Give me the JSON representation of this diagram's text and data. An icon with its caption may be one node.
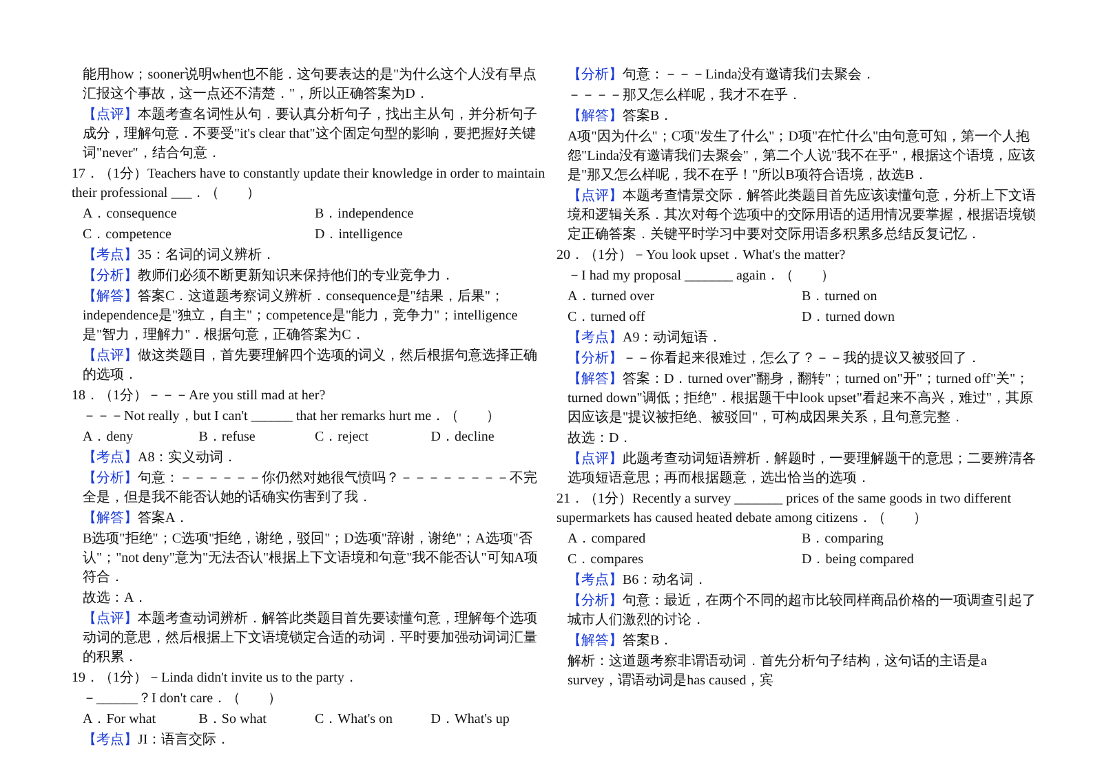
{
  "diagram": {
    "labels": [
      "能用how；sooner说明when也不能．这句要表达的是\"为什么这个人没有早点汇报这个事故，这一点还不清楚．\"，所以正确答案为D．",
      "【点评】",
      "本题考查名词性从句．要认真分析句子，找出主从句，并分析句子成分，理解句意．不要受\"it's clear that\"这个固定句型的影响，要把握好关键词\"never\"，结合句意．",
      "17．（1分）Teachers have to constantly update their knowledge in order to maintain their professional ___．（　　）",
      "A．consequence",
      "B．independence",
      "C．competence",
      "D．intelligence",
      "【考点】",
      "35：名词的词义辨析．",
      "【分析】",
      "教师们必须不断更新知识来保持他们的专业竞争力．",
      "【解答】",
      "答案C．这道题考察词义辨析．consequence是\"结果，后果\"；independence是\"独立，自主\"；competence是\"能力，竞争力\"；intelligence是\"智力，理解力\"．根据句意，正确答案为C．",
      "【点评】",
      "做这类题目，首先要理解四个选项的词义，然后根据句意选择正确的选项．",
      "18．（1分）－－－Are you still mad at her?",
      "－－－Not really，but I can't ______ that her remarks hurt me．（　　）",
      "A．deny",
      "B．refuse",
      "C．reject",
      "D．decline",
      "【考点】",
      "A8：实义动词．",
      "【分析】",
      "句意：－－－－－－你仍然对她很气愤吗？－－－－－－－－不完全是，但是我不能否认她的话确实伤害到了我．",
      "【解答】",
      "答案A．",
      "B选项\"拒绝\"；C选项\"拒绝，谢绝，驳回\"；D选项\"辞谢，谢绝\"；A选项\"否认\"；\"not deny\"意为\"无法否认\"根据上下文语境和句意\"我不能否认\"可知A项符合．",
      "故选：A．",
      "【点评】",
      "本题考查动词辨析．解答此类题目首先要读懂句意，理解每个选项动词的意思，然后根据上下文语境锁定合适的动词．平时要加强动词词汇量的积累．",
      "19．（1分）－Linda didn't invite us to the party．",
      "－______？I don't care．（　　）",
      "A．For what",
      "B．So what",
      "C．What's on",
      "D．What's up",
      "【考点】",
      "JI：语言交际．",
      "【分析】",
      "句意：－－－Linda没有邀请我们去聚会．",
      "－－－－那又怎么样呢，我才不在乎．",
      "【解答】",
      "答案B．",
      "A项\"因为什么\"；C项\"发生了什么\"；D项\"在忙什么\"由句意可知，第一个人抱怨\"Linda没有邀请我们去聚会\"，第二个人说\"我不在乎\"，根据这个语境，应该是\"那又怎么样呢，我不在乎！\"所以B项符合语境，故选B．",
      "【点评】",
      "本题考查情景交际．解答此类题目首先应该读懂句意，分析上下文语境和逻辑关系．其次对每个选项中的交际用语的适用情况要掌握，根据语境锁定正确答案．关键平时学习中要对交际用语多积累多总结反复记忆．",
      "20．（1分）－You look upset．What's the matter?",
      "－I had my proposal _______ again．（　　）",
      "A．turned over",
      "B．turned on",
      "C．turned off",
      "D．turned down",
      "【考点】",
      "A9：动词短语．",
      "【分析】",
      "－－你看起来很难过，怎么了？－－我的提议又被驳回了．",
      "【解答】",
      "答案：D．turned over\"翻身，翻转\"；turned on\"开\"；turned off\"关\"；turned down\"调低；拒绝\"．根据题干中look upset\"看起来不高兴，难过\"，其原因应该是\"提议被拒绝、被驳回\"，可构成因果关系，且句意完整．",
      "故选：D．",
      "【点评】",
      "此题考查动词短语辨析．解题时，一要理解题干的意思；二要辨清各选项短语意思；再而根据题意，选出恰当的选项．",
      "21．（1分）Recently a survey _______ prices of the same goods in two different supermarkets has caused heated debate among citizens．（　　）",
      "A．compared",
      "B．comparing",
      "C．compares",
      "D．being compared",
      "【考点】",
      "B6：动名词．",
      "【分析】",
      "句意：最近，在两个不同的超市比较同样商品价格的一项调查引起了城市人们激烈的讨论．",
      "【解答】",
      "答案B．",
      "解析：这道题考察非谓语动词．首先分析句子结构，这句话的主语是a survey，谓语动词是has caused，宾"
    ]
  }
}
